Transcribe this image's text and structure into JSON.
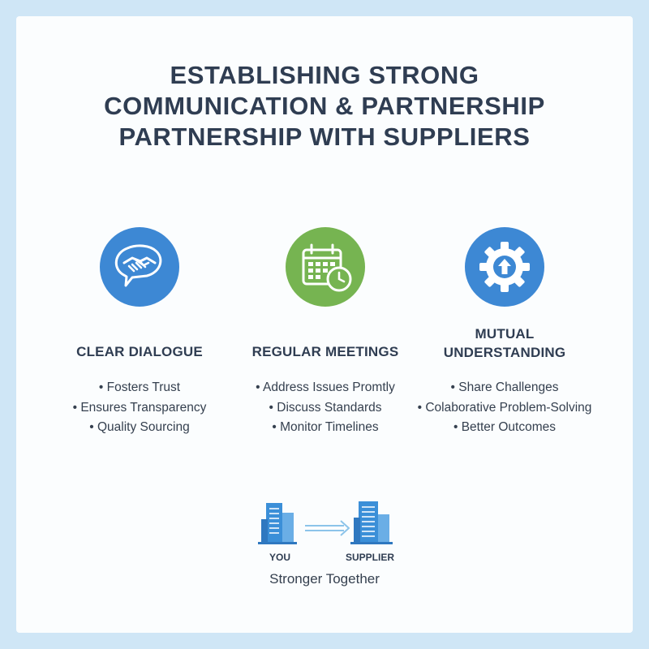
{
  "title": {
    "line1": "ESTABLISHING STRONG",
    "line2": "COMMUNICATION & PARTNERSHIP",
    "line3": "PARTNERSHIP WITH SUPPLIERS"
  },
  "columns": [
    {
      "icon": "handshake-speech-bubble-icon",
      "color": "#3d88d4",
      "title_lines": [
        "CLEAR DIALOGUE"
      ],
      "bullets": [
        "Fosters Trust",
        "Ensures Transparency",
        "Quality Sourcing"
      ]
    },
    {
      "icon": "calendar-clock-icon",
      "color": "#76b451",
      "title_lines": [
        "REGULAR MEETINGS"
      ],
      "bullets": [
        "Address Issues Promtly",
        "Discuss Standards",
        "Monitor Timelines"
      ]
    },
    {
      "icon": "gear-up-arrow-icon",
      "color": "#3d88d4",
      "title_lines": [
        "MUTUAL",
        "UNDERSTANDING"
      ],
      "bullets": [
        "Share Challenges",
        "Colaborative Problem-Solving",
        "Better Outcomes"
      ]
    }
  ],
  "partnership": {
    "left_label": "YOU",
    "right_label": "SUPPLIER",
    "tagline": "Stronger Together",
    "icon": "buildings-arrow-icon",
    "building_color": "#3b8fd8",
    "arrow_color": "#8cc4ea"
  }
}
